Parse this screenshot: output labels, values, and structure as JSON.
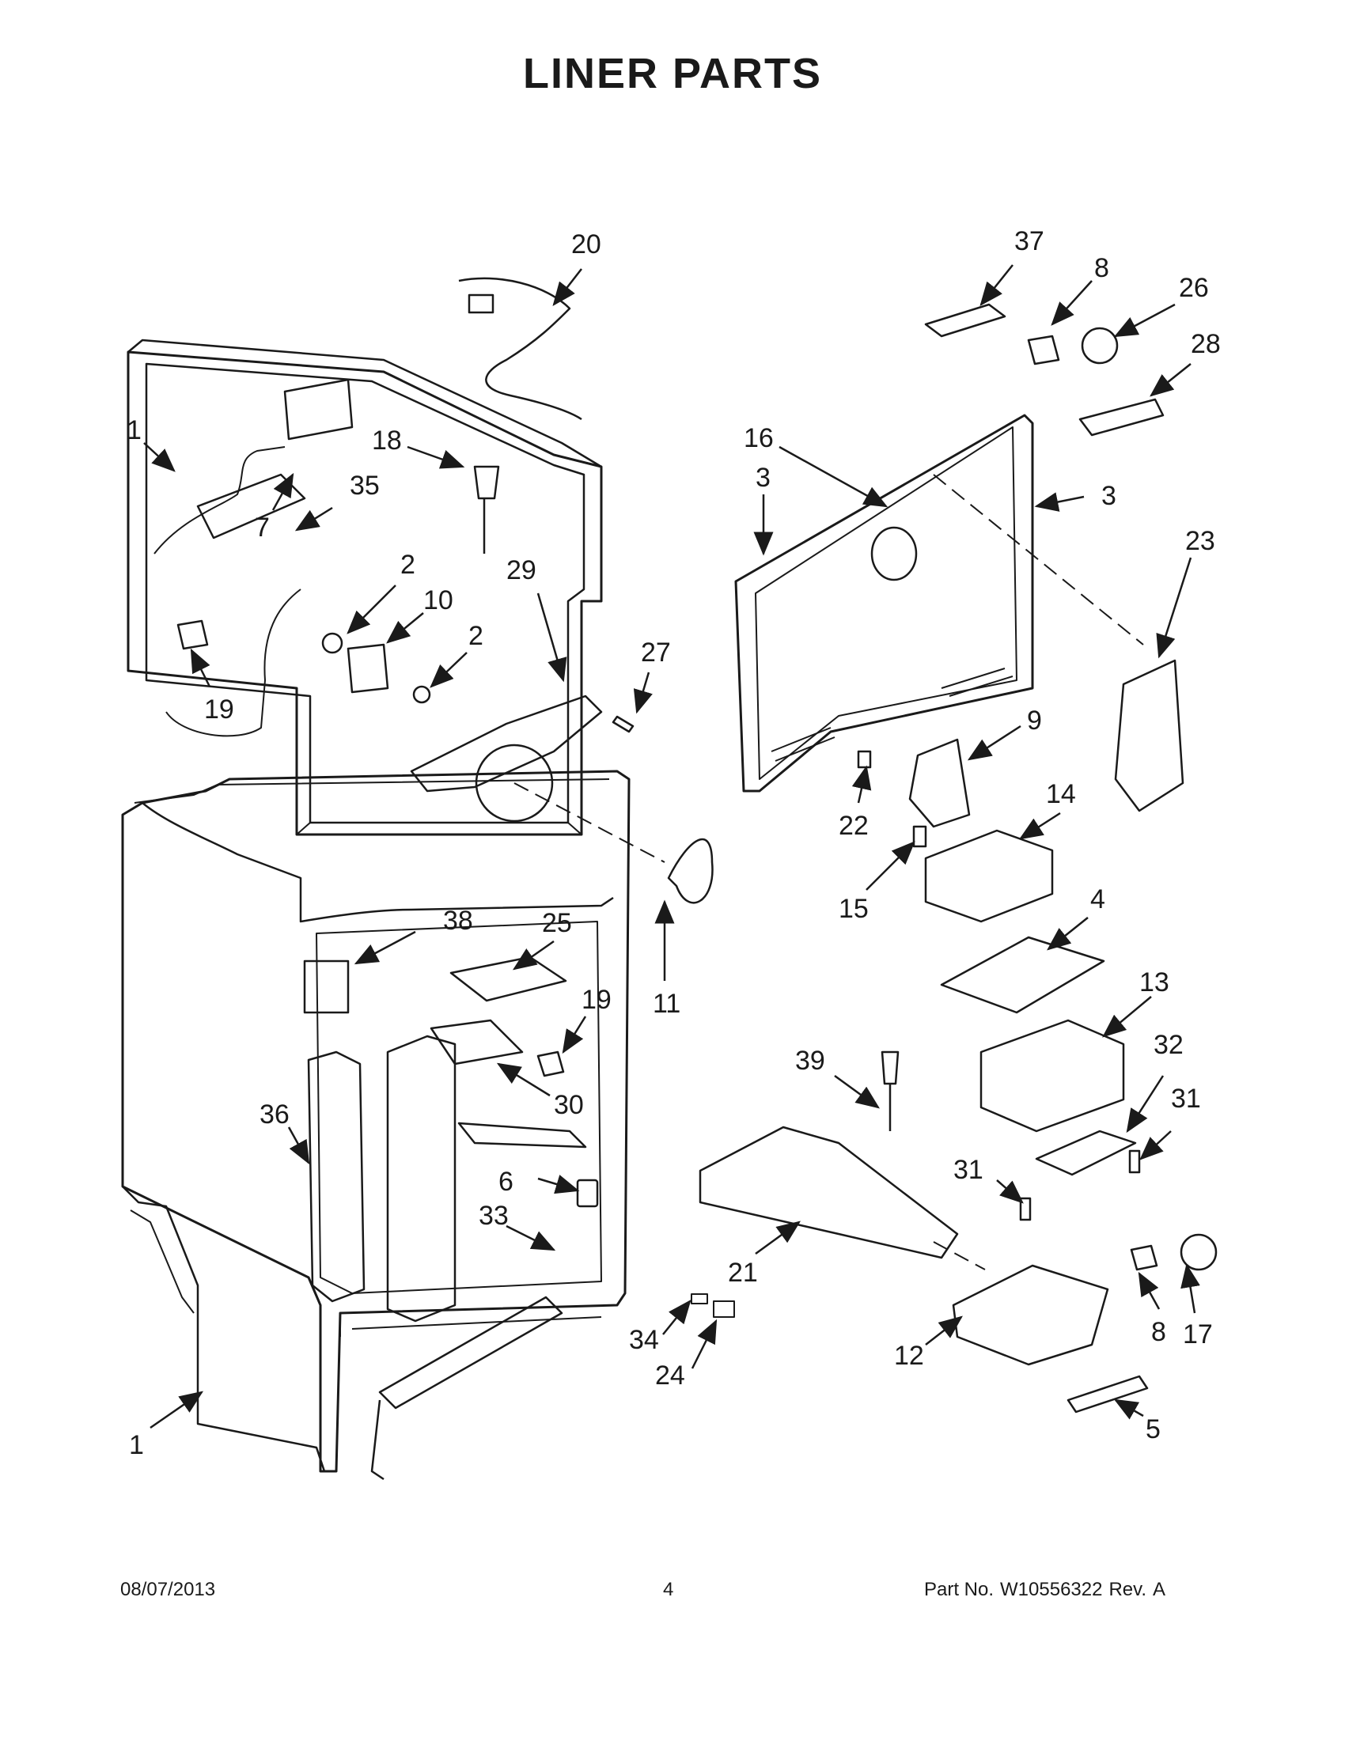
{
  "title": "LINER PARTS",
  "footer": {
    "date": "08/07/2013",
    "page": "4",
    "part_no_label": "Part No.",
    "part_no": "W10556322",
    "rev_label": "Rev.",
    "rev": "A"
  },
  "callouts": [
    {
      "id": "c20",
      "text": "20"
    },
    {
      "id": "c1a",
      "text": "1"
    },
    {
      "id": "c18",
      "text": "18"
    },
    {
      "id": "c35",
      "text": "35"
    },
    {
      "id": "c7",
      "text": "7"
    },
    {
      "id": "c2a",
      "text": "2"
    },
    {
      "id": "c10",
      "text": "10"
    },
    {
      "id": "c2b",
      "text": "2"
    },
    {
      "id": "c29",
      "text": "29"
    },
    {
      "id": "c27",
      "text": "27"
    },
    {
      "id": "c19a",
      "text": "19"
    },
    {
      "id": "c11",
      "text": "11"
    },
    {
      "id": "c25",
      "text": "25"
    },
    {
      "id": "c38",
      "text": "38"
    },
    {
      "id": "c19b",
      "text": "19"
    },
    {
      "id": "c30",
      "text": "30"
    },
    {
      "id": "c36",
      "text": "36"
    },
    {
      "id": "c6",
      "text": "6"
    },
    {
      "id": "c33",
      "text": "33"
    },
    {
      "id": "c1b",
      "text": "1"
    },
    {
      "id": "c37",
      "text": "37"
    },
    {
      "id": "c8a",
      "text": "8"
    },
    {
      "id": "c26",
      "text": "26"
    },
    {
      "id": "c28",
      "text": "28"
    },
    {
      "id": "c16",
      "text": "16"
    },
    {
      "id": "c3a",
      "text": "3"
    },
    {
      "id": "c3b",
      "text": "3"
    },
    {
      "id": "c23",
      "text": "23"
    },
    {
      "id": "c9",
      "text": "9"
    },
    {
      "id": "c22",
      "text": "22"
    },
    {
      "id": "c14",
      "text": "14"
    },
    {
      "id": "c15",
      "text": "15"
    },
    {
      "id": "c4",
      "text": "4"
    },
    {
      "id": "c13",
      "text": "13"
    },
    {
      "id": "c39",
      "text": "39"
    },
    {
      "id": "c32",
      "text": "32"
    },
    {
      "id": "c31a",
      "text": "31"
    },
    {
      "id": "c31b",
      "text": "31"
    },
    {
      "id": "c21",
      "text": "21"
    },
    {
      "id": "c8b",
      "text": "8"
    },
    {
      "id": "c17",
      "text": "17"
    },
    {
      "id": "c12",
      "text": "12"
    },
    {
      "id": "c5",
      "text": "5"
    },
    {
      "id": "c34",
      "text": "34"
    },
    {
      "id": "c24",
      "text": "24"
    }
  ]
}
